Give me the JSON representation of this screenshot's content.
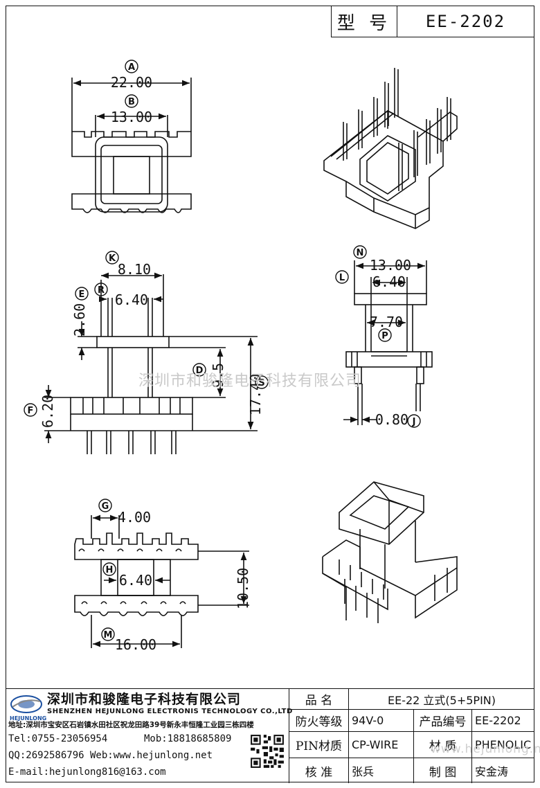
{
  "header": {
    "model_label": "型 号",
    "model_value": "EE-2202"
  },
  "watermark": "深圳市和骏隆电子科技有限公司",
  "watermark_url": "www.hejunlong.net",
  "dimensions": {
    "A": "22.00",
    "B": "13.00",
    "K": "8.10",
    "R": "6.40",
    "E": "2.60",
    "D": "9.5",
    "S": "17.40",
    "F": "6.20",
    "N": "13.00",
    "L": "6.40",
    "P": "7.70",
    "J": "0.80",
    "G": "4.00",
    "H": "6.40",
    "H2": "10.50",
    "M": "16.00"
  },
  "letters": [
    "A",
    "B",
    "K",
    "E",
    "R",
    "D",
    "S",
    "F",
    "N",
    "L",
    "P",
    "J",
    "G",
    "H",
    "M"
  ],
  "company": {
    "logo_text": "HEJUNLONG",
    "name_cn": "深圳市和骏隆电子科技有限公司",
    "name_en": "SHENZHEN HEJUNLONG ELECTRONIS TECHNOLOGY CO.,LTD",
    "address": "地址:深圳市宝安区石岩镇水田社区祝龙田路39号新永丰恒隆工业园三栋四楼",
    "tel": "Tel:0755-23056954",
    "mob": "Mob:18818685809",
    "qq_web": "QQ:2692586796 Web:www.hejunlong.net",
    "email": "E-mail:hejunlong816@163.com"
  },
  "table": {
    "name_label": "品 名",
    "name_value": "EE-22 立式(5+5PIN)",
    "fire_label": "防火等级",
    "fire_value": "94V-0",
    "code_label": "产品编号",
    "code_value": "EE-2202",
    "pin_label": "PIN材质",
    "pin_value": "CP-WIRE",
    "material_label": "材 质",
    "material_value": "PHENOLIC",
    "check_label": "核 准",
    "check_value": "张兵",
    "draw_label": "制 图",
    "draw_value": "安金涛"
  }
}
